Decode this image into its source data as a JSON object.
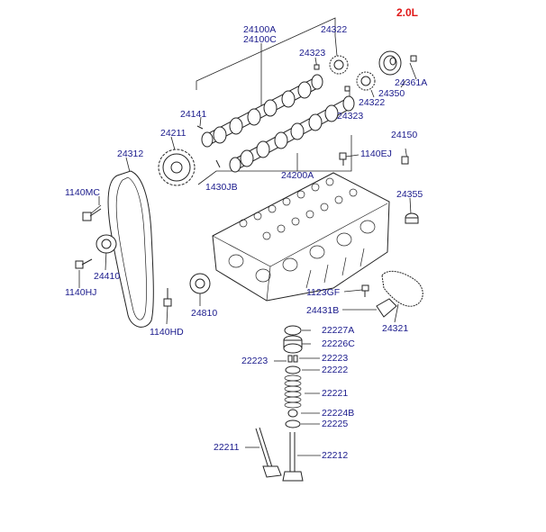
{
  "version_label": "2.0L",
  "labels": {
    "p24100A": "24100A",
    "p24100C": "24100C",
    "p24322_top": "24322",
    "p24323_top": "24323",
    "p24361A": "24361A",
    "p24350": "24350",
    "p24322_mid": "24322",
    "p24141": "24141",
    "p24323_mid": "24323",
    "p24211": "24211",
    "p24312": "24312",
    "p24150": "24150",
    "p1140EJ": "1140EJ",
    "p1140MC": "1140MC",
    "p1430JB": "1430JB",
    "p24200A": "24200A",
    "p24355": "24355",
    "p24410": "24410",
    "p1140HJ": "1140HJ",
    "p24810": "24810",
    "p1123GF": "1123GF",
    "p24431B": "24431B",
    "p24321": "24321",
    "p1140HD": "1140HD",
    "p22227A": "22227A",
    "p22226C": "22226C",
    "p22223_left": "22223",
    "p22223_right": "22223",
    "p22222": "22222",
    "p22221": "22221",
    "p22224B": "22224B",
    "p22225": "22225",
    "p22211": "22211",
    "p22212": "22212"
  }
}
